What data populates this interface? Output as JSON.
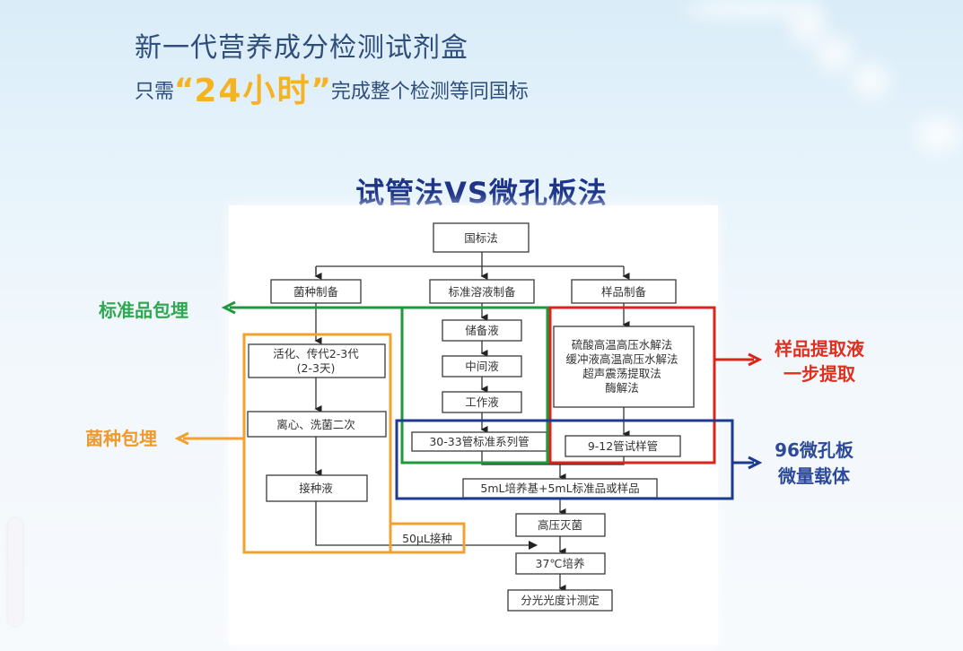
{
  "header": {
    "headline": "新一代营养成分检测试剂盒",
    "subline_prefix": "只需",
    "subline_open_quote": "“",
    "subline_highlight": "24小时",
    "subline_close_quote": "”",
    "subline_suffix": "完成整个检测等同国标"
  },
  "title": "试管法VS微孔板法",
  "colors": {
    "title_blue": "#1d3488",
    "highlight_yellow": "#f5b322",
    "green_group": "#1e9a3c",
    "red_group": "#d9261c",
    "blue_group": "#1d3a8f",
    "orange_group": "#f0a12e"
  },
  "flowchart": {
    "root": "国标法",
    "branches": {
      "strain": "菌种制备",
      "standard": "标准溶液制备",
      "sample": "样品制备"
    },
    "strain_steps": [
      "活化、传代2-3代",
      "(2-3天)",
      "离心、洗菌二次",
      "接种液"
    ],
    "standard_steps": [
      "储备液",
      "中间液",
      "工作液",
      "30-33管标准系列管"
    ],
    "sample_methods": [
      "硫酸高温高压水解法",
      "缓冲液高温高压水解法",
      "超声震荡提取法",
      "酶解法"
    ],
    "sample_tubes": "9-12管试样管",
    "mix": "5mL培养基+5mL标准品或样品",
    "sterilize": "高压灭菌",
    "inoculate": "50μL接种",
    "incubate": "37℃培养",
    "measure": "分光光度计测定"
  },
  "callouts": {
    "green": "标准品包埋",
    "orange": "菌种包埋",
    "red_line1": "样品提取液",
    "red_line2": "一步提取",
    "blue_line1": "96微孔板",
    "blue_line2": "微量载体"
  }
}
